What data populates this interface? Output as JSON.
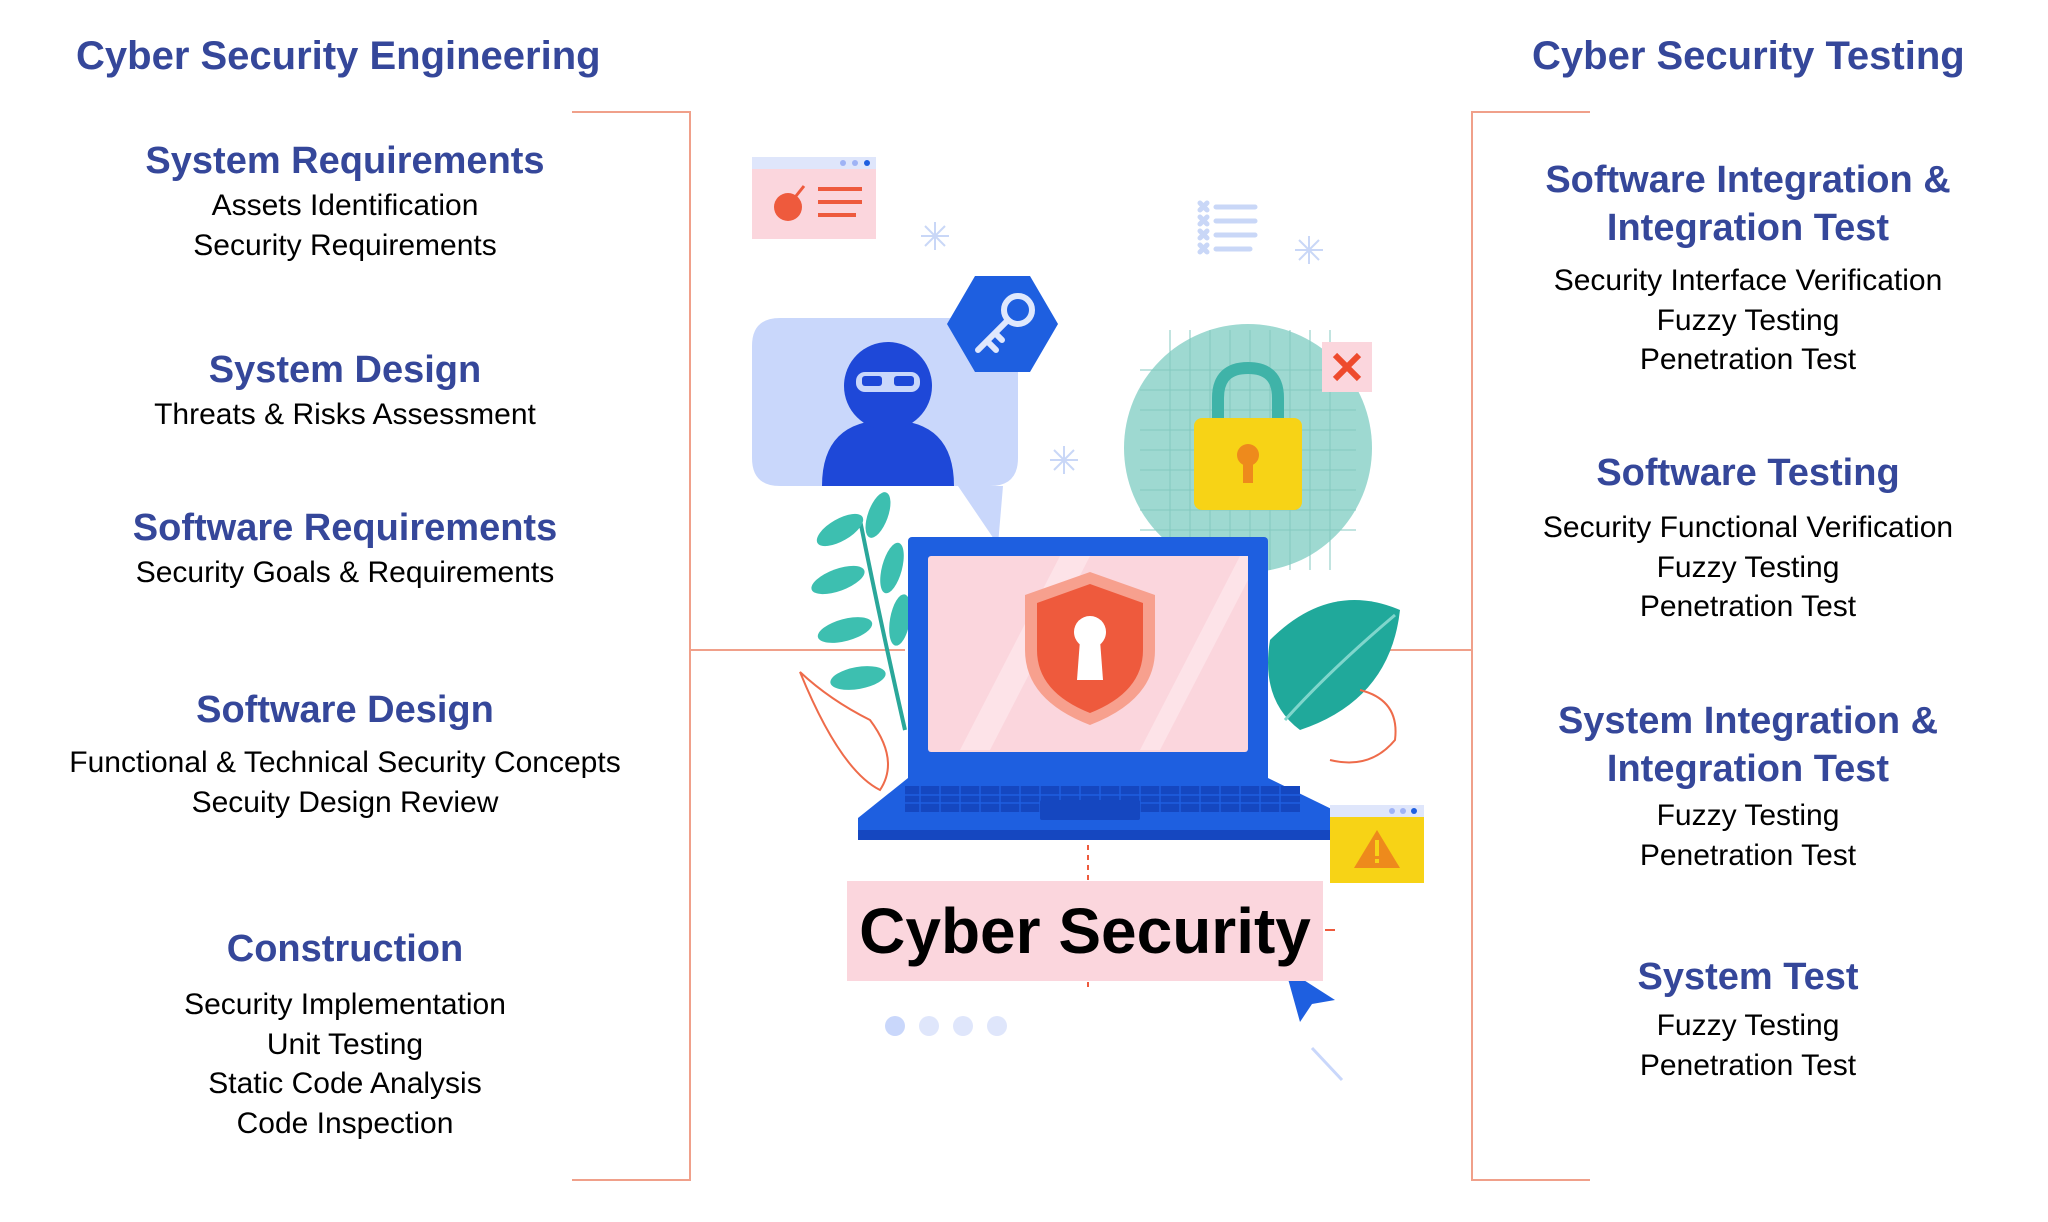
{
  "left_title": "Cyber Security Engineering",
  "right_title": "Cyber Security Testing",
  "left_blocks": [
    {
      "heading": "System Requirements",
      "items": [
        "Assets Identification",
        "Security Requirements"
      ]
    },
    {
      "heading": "System Design",
      "items": [
        "Threats & Risks Assessment"
      ]
    },
    {
      "heading": "Software Requirements",
      "items": [
        "Security Goals & Requirements"
      ]
    },
    {
      "heading": "Software Design",
      "items": [
        "Functional & Technical Security Concepts",
        "Secuity Design Review"
      ]
    },
    {
      "heading": "Construction",
      "items": [
        "Security Implementation",
        "Unit Testing",
        "Static Code Analysis",
        "Code Inspection"
      ]
    }
  ],
  "right_blocks": [
    {
      "heading_lines": [
        "Software Integration &",
        "Integration Test"
      ],
      "items": [
        "Security Interface Verification",
        "Fuzzy Testing",
        "Penetration Test"
      ]
    },
    {
      "heading_lines": [
        "Software Testing"
      ],
      "items": [
        "Security Functional Verification",
        "Fuzzy Testing",
        "Penetration Test"
      ]
    },
    {
      "heading_lines": [
        "System Integration &",
        "Integration Test"
      ],
      "items": [
        "Fuzzy Testing",
        "Penetration Test"
      ]
    },
    {
      "heading_lines": [
        "System Test"
      ],
      "items": [
        "Fuzzy Testing",
        "Penetration Test"
      ]
    }
  ],
  "center_label": "Cyber Security",
  "colors": {
    "heading": "#35479a",
    "bracket": "#f0a08a",
    "laptop": "#1e5fe0",
    "screen": "#fbd6dd",
    "shield": "#ee5a3d",
    "lock": "#f7d316",
    "leaf": "#3dbfb0"
  },
  "icons": [
    "bomb-alert-window-icon",
    "checklist-icon",
    "hacker-icon",
    "key-icon",
    "padlock-icon",
    "close-icon",
    "laptop-icon",
    "shield-keyhole-icon",
    "warning-icon",
    "cursor-icon",
    "leaf-icon"
  ]
}
